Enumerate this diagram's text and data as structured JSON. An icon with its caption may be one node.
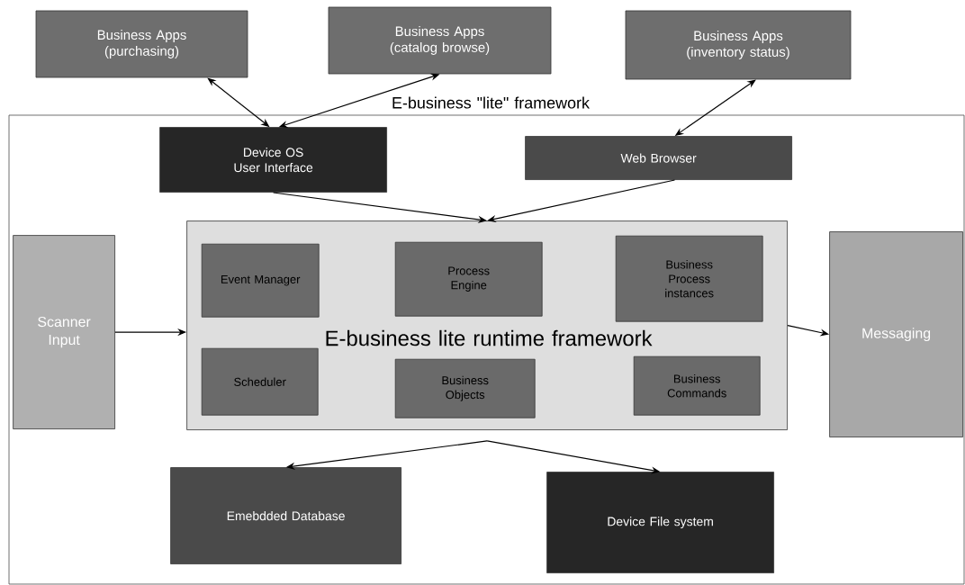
{
  "diagram": {
    "nodes": [
      {
        "text": [
          "Business Apps (purchasing)"
        ]
      },
      {
        "text": [
          "Business Apps (catalog browse)"
        ]
      },
      {
        "text": [
          "Business Apps (inventory status)"
        ]
      },
      {
        "text": [
          "E-business \"lite\" framework"
        ]
      },
      {
        "text": [
          "Device OS User Interface"
        ],
        "in": 3
      },
      {
        "text": [
          "Web Browser"
        ],
        "in": 3
      },
      {
        "text": [
          "Scanner Input"
        ],
        "in": 3
      },
      {
        "text": [
          "E-business lite runtime framework"
        ],
        "in": 3
      },
      {
        "text": [
          "Event Manager"
        ],
        "in": 7
      },
      {
        "text": [
          "Process Engine"
        ],
        "in": 7
      },
      {
        "text": [
          "Business Process instances"
        ],
        "in": 7
      },
      {
        "text": [
          "Scheduler"
        ],
        "in": 7
      },
      {
        "text": [
          "Business Objects"
        ],
        "in": 7
      },
      {
        "text": [
          "Business Commands"
        ],
        "in": 7
      },
      {
        "text": [
          "Messaging"
        ],
        "in": 3
      },
      {
        "text": [
          "Emebdded Database"
        ],
        "in": 3
      },
      {
        "text": [
          "Device File system"
        ],
        "in": 3
      }
    ],
    "edges": [
      {
        "from": 0,
        "to": 4,
        "arrow": "both"
      },
      {
        "from": 1,
        "to": 4,
        "arrow": "both"
      },
      {
        "from": 2,
        "to": 5,
        "arrow": "both"
      },
      {
        "from": 4,
        "to": 7,
        "arrow": "to"
      },
      {
        "from": 5,
        "to": 7,
        "arrow": "to"
      },
      {
        "from": 6,
        "to": 7,
        "arrow": "to"
      },
      {
        "from": 7,
        "to": 14,
        "arrow": "to"
      },
      {
        "from": 7,
        "to": 15,
        "arrow": "to"
      },
      {
        "from": 7,
        "to": 16,
        "arrow": "to"
      }
    ]
  }
}
